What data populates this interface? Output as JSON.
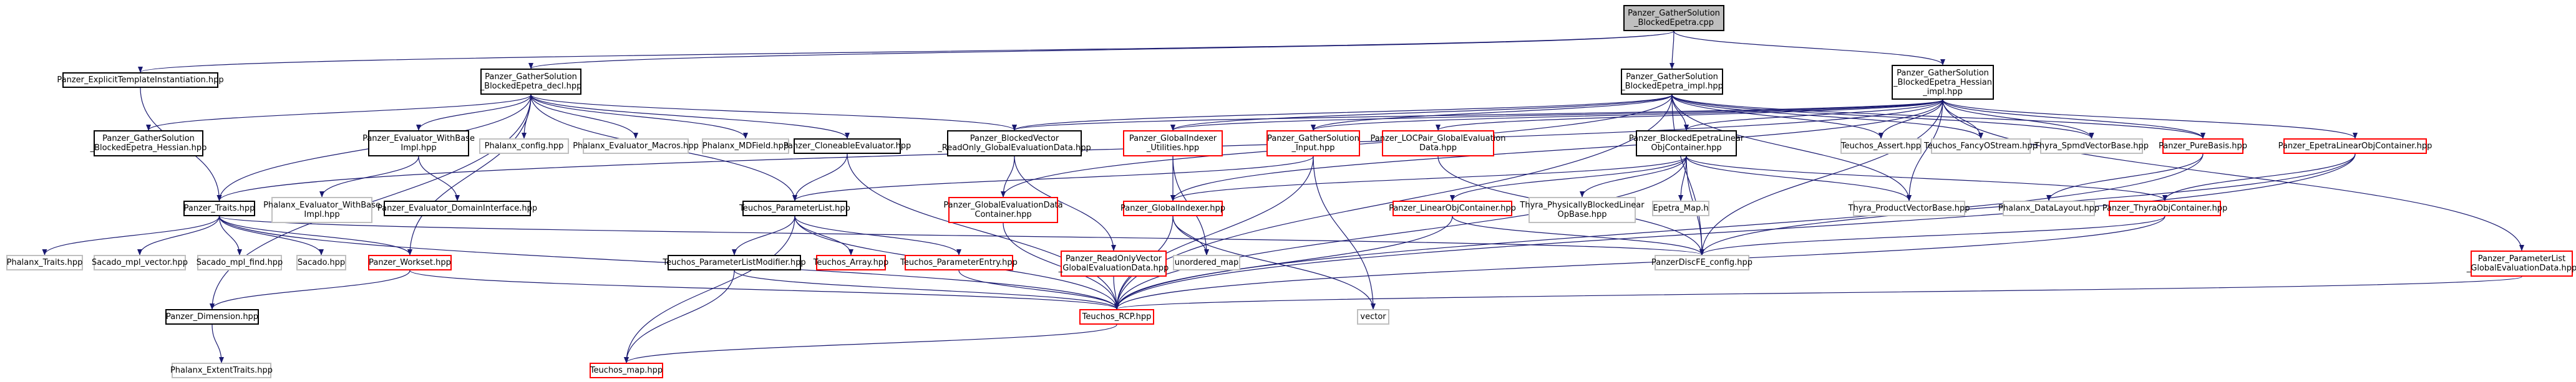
{
  "graph": {
    "colors": {
      "edge": "#191970",
      "documented": "#000000",
      "undocumented": "#ff0000",
      "external": "#bfbfbf",
      "root_fill": "#bfbfbf",
      "node_fill": "#ffffff"
    },
    "nodes": [
      {
        "id": "root",
        "label": "Panzer_GatherSolution\n_BlockedEpetra.cpp",
        "kind": "root"
      },
      {
        "id": "explicit",
        "label": "Panzer_ExplicitTemplateInstantiation.hpp",
        "kind": "doc"
      },
      {
        "id": "decl",
        "label": "Panzer_GatherSolution\n_BlockedEpetra_decl.hpp",
        "kind": "doc"
      },
      {
        "id": "impl",
        "label": "Panzer_GatherSolution\n_BlockedEpetra_impl.hpp",
        "kind": "doc"
      },
      {
        "id": "hessian_impl",
        "label": "Panzer_GatherSolution\n_BlockedEpetra_Hessian\n_impl.hpp",
        "kind": "doc"
      },
      {
        "id": "traits",
        "label": "Panzer_Traits.hpp",
        "kind": "doc"
      },
      {
        "id": "gs_hessian",
        "label": "Panzer_GatherSolution\n_BlockedEpetra_Hessian.hpp",
        "kind": "doc"
      },
      {
        "id": "eval_withbase",
        "label": "Panzer_Evaluator_WithBase\nImpl.hpp",
        "kind": "doc"
      },
      {
        "id": "phalanx_config",
        "label": "Phalanx_config.hpp",
        "kind": "gray"
      },
      {
        "id": "phalanx_macros",
        "label": "Phalanx_Evaluator_Macros.hpp",
        "kind": "gray"
      },
      {
        "id": "mdfield",
        "label": "Phalanx_MDField.hpp",
        "kind": "gray"
      },
      {
        "id": "cloneable",
        "label": "Panzer_CloneableEvaluator.hpp",
        "kind": "doc"
      },
      {
        "id": "blocked_vector",
        "label": "Panzer_BlockedVector\n_ReadOnly_GlobalEvaluationData.hpp",
        "kind": "doc"
      },
      {
        "id": "gi_utilities",
        "label": "Panzer_GlobalIndexer\n_Utilities.hpp",
        "kind": "red"
      },
      {
        "id": "gs_input",
        "label": "Panzer_GatherSolution\n_Input.hpp",
        "kind": "red"
      },
      {
        "id": "locpair",
        "label": "Panzer_LOCPair_GlobalEvaluation\nData.hpp",
        "kind": "red"
      },
      {
        "id": "blocked_eplin",
        "label": "Panzer_BlockedEpetraLinear\nObjContainer.hpp",
        "kind": "doc"
      },
      {
        "id": "teuchos_assert",
        "label": "Teuchos_Assert.hpp",
        "kind": "gray"
      },
      {
        "id": "fancyos",
        "label": "Teuchos_FancyOStream.hpp",
        "kind": "gray"
      },
      {
        "id": "thyra_spmd",
        "label": "Thyra_SpmdVectorBase.hpp",
        "kind": "gray"
      },
      {
        "id": "purebasis",
        "label": "Panzer_PureBasis.hpp",
        "kind": "red"
      },
      {
        "id": "epetra_lin",
        "label": "Panzer_EpetraLinearObjContainer.hpp",
        "kind": "red"
      },
      {
        "id": "phalanx_traits",
        "label": "Phalanx_Traits.hpp",
        "kind": "gray"
      },
      {
        "id": "mpl_vector",
        "label": "Sacado_mpl_vector.hpp",
        "kind": "gray"
      },
      {
        "id": "mpl_find",
        "label": "Sacado_mpl_find.hpp",
        "kind": "gray"
      },
      {
        "id": "sacado",
        "label": "Sacado.hpp",
        "kind": "gray"
      },
      {
        "id": "workset",
        "label": "Panzer_Workset.hpp",
        "kind": "red"
      },
      {
        "id": "eval_withbase2",
        "label": "Phalanx_Evaluator_WithBase\nImpl.hpp",
        "kind": "gray"
      },
      {
        "id": "domain_iface",
        "label": "Panzer_Evaluator_DomainInterface.hpp",
        "kind": "doc"
      },
      {
        "id": "paramlist",
        "label": "Teuchos_ParameterList.hpp",
        "kind": "doc"
      },
      {
        "id": "ged_container",
        "label": "Panzer_GlobalEvaluationData\nContainer.hpp",
        "kind": "red"
      },
      {
        "id": "globalindexer",
        "label": "Panzer_GlobalIndexer.hpp",
        "kind": "red"
      },
      {
        "id": "linobj",
        "label": "Panzer_LinearObjContainer.hpp",
        "kind": "red"
      },
      {
        "id": "thyra_phys",
        "label": "Thyra_PhysicallyBlockedLinear\nOpBase.hpp",
        "kind": "gray"
      },
      {
        "id": "epetra_map",
        "label": "Epetra_Map.h",
        "kind": "gray"
      },
      {
        "id": "thyra_prod",
        "label": "Thyra_ProductVectorBase.hpp",
        "kind": "gray"
      },
      {
        "id": "phalanx_layout",
        "label": "Phalanx_DataLayout.hpp",
        "kind": "gray"
      },
      {
        "id": "thyra_objc",
        "label": "Panzer_ThyraObjContainer.hpp",
        "kind": "red"
      },
      {
        "id": "paramlist_mod",
        "label": "Teuchos_ParameterListModifier.hpp",
        "kind": "doc"
      },
      {
        "id": "teuchos_array",
        "label": "Teuchos_Array.hpp",
        "kind": "red"
      },
      {
        "id": "paramentry",
        "label": "Teuchos_ParameterEntry.hpp",
        "kind": "red"
      },
      {
        "id": "readonly_vector",
        "label": "Panzer_ReadOnlyVector\n_GlobalEvaluationData.hpp",
        "kind": "red"
      },
      {
        "id": "unordered_map",
        "label": "unordered_map",
        "kind": "gray"
      },
      {
        "id": "discfe",
        "label": "PanzerDiscFE_config.hpp",
        "kind": "gray"
      },
      {
        "id": "dimension",
        "label": "Panzer_Dimension.hpp",
        "kind": "doc"
      },
      {
        "id": "param_list_ged",
        "label": "Panzer_ParameterList\n_GlobalEvaluationData.hpp",
        "kind": "red"
      },
      {
        "id": "rcp",
        "label": "Teuchos_RCP.hpp",
        "kind": "red"
      },
      {
        "id": "vector",
        "label": "vector",
        "kind": "gray"
      },
      {
        "id": "extent",
        "label": "Phalanx_ExtentTraits.hpp",
        "kind": "gray"
      },
      {
        "id": "teuchos_map",
        "label": "Teuchos_map.hpp",
        "kind": "red"
      }
    ],
    "edges": [
      [
        "root",
        "explicit"
      ],
      [
        "root",
        "decl"
      ],
      [
        "root",
        "impl"
      ],
      [
        "root",
        "hessian_impl"
      ],
      [
        "explicit",
        "traits"
      ],
      [
        "decl",
        "traits"
      ],
      [
        "decl",
        "gs_hessian"
      ],
      [
        "decl",
        "eval_withbase"
      ],
      [
        "decl",
        "phalanx_config"
      ],
      [
        "decl",
        "phalanx_macros"
      ],
      [
        "decl",
        "mdfield"
      ],
      [
        "decl",
        "cloneable"
      ],
      [
        "decl",
        "blocked_vector"
      ],
      [
        "decl",
        "dimension"
      ],
      [
        "decl",
        "workset"
      ],
      [
        "decl",
        "paramlist"
      ],
      [
        "impl",
        "blocked_vector"
      ],
      [
        "impl",
        "gi_utilities"
      ],
      [
        "impl",
        "gs_input"
      ],
      [
        "impl",
        "blocked_eplin"
      ],
      [
        "impl",
        "teuchos_assert"
      ],
      [
        "impl",
        "fancyos"
      ],
      [
        "impl",
        "thyra_spmd"
      ],
      [
        "impl",
        "purebasis"
      ],
      [
        "impl",
        "ged_container"
      ],
      [
        "impl",
        "thyra_prod"
      ],
      [
        "impl",
        "rcp"
      ],
      [
        "impl",
        "discfe"
      ],
      [
        "hessian_impl",
        "blocked_vector"
      ],
      [
        "hessian_impl",
        "gi_utilities"
      ],
      [
        "hessian_impl",
        "gs_input"
      ],
      [
        "hessian_impl",
        "locpair"
      ],
      [
        "hessian_impl",
        "blocked_eplin"
      ],
      [
        "hessian_impl",
        "teuchos_assert"
      ],
      [
        "hessian_impl",
        "fancyos"
      ],
      [
        "hessian_impl",
        "thyra_spmd"
      ],
      [
        "hessian_impl",
        "purebasis"
      ],
      [
        "hessian_impl",
        "epetra_lin"
      ],
      [
        "hessian_impl",
        "param_list_ged"
      ],
      [
        "hessian_impl",
        "thyra_prod"
      ],
      [
        "hessian_impl",
        "traits"
      ],
      [
        "hessian_impl",
        "globalindexer"
      ],
      [
        "hessian_impl",
        "discfe"
      ],
      [
        "traits",
        "phalanx_traits"
      ],
      [
        "traits",
        "mpl_vector"
      ],
      [
        "traits",
        "mpl_find"
      ],
      [
        "traits",
        "sacado"
      ],
      [
        "traits",
        "workset"
      ],
      [
        "traits",
        "rcp"
      ],
      [
        "traits",
        "discfe"
      ],
      [
        "eval_withbase",
        "eval_withbase2"
      ],
      [
        "eval_withbase",
        "domain_iface"
      ],
      [
        "cloneable",
        "paramlist"
      ],
      [
        "cloneable",
        "rcp"
      ],
      [
        "blocked_vector",
        "ged_container"
      ],
      [
        "blocked_vector",
        "readonly_vector"
      ],
      [
        "gi_utilities",
        "globalindexer"
      ],
      [
        "gi_utilities",
        "unordered_map"
      ],
      [
        "gs_input",
        "paramlist"
      ],
      [
        "gs_input",
        "rcp"
      ],
      [
        "gs_input",
        "vector"
      ],
      [
        "locpair",
        "discfe"
      ],
      [
        "blocked_eplin",
        "linobj"
      ],
      [
        "blocked_eplin",
        "thyra_phys"
      ],
      [
        "blocked_eplin",
        "epetra_map"
      ],
      [
        "blocked_eplin",
        "thyra_objc"
      ],
      [
        "blocked_eplin",
        "thyra_prod"
      ],
      [
        "blocked_eplin",
        "discfe"
      ],
      [
        "blocked_eplin",
        "rcp"
      ],
      [
        "blocked_eplin",
        "globalindexer"
      ],
      [
        "purebasis",
        "phalanx_layout"
      ],
      [
        "purebasis",
        "rcp"
      ],
      [
        "epetra_lin",
        "thyra_objc"
      ],
      [
        "epetra_lin",
        "discfe"
      ],
      [
        "epetra_lin",
        "rcp"
      ],
      [
        "workset",
        "dimension"
      ],
      [
        "workset",
        "rcp"
      ],
      [
        "paramlist",
        "paramlist_mod"
      ],
      [
        "paramlist",
        "teuchos_array"
      ],
      [
        "paramlist",
        "paramentry"
      ],
      [
        "paramlist",
        "rcp"
      ],
      [
        "paramlist",
        "teuchos_map"
      ],
      [
        "ged_container",
        "rcp"
      ],
      [
        "globalindexer",
        "unordered_map"
      ],
      [
        "globalindexer",
        "rcp"
      ],
      [
        "globalindexer",
        "vector"
      ],
      [
        "linobj",
        "discfe"
      ],
      [
        "linobj",
        "rcp"
      ],
      [
        "thyra_objc",
        "discfe"
      ],
      [
        "thyra_objc",
        "rcp"
      ],
      [
        "paramlist_mod",
        "teuchos_map"
      ],
      [
        "paramlist_mod",
        "rcp"
      ],
      [
        "paramentry",
        "rcp"
      ],
      [
        "readonly_vector",
        "rcp"
      ],
      [
        "dimension",
        "extent"
      ],
      [
        "param_list_ged",
        "rcp"
      ],
      [
        "rcp",
        "teuchos_map"
      ]
    ]
  }
}
